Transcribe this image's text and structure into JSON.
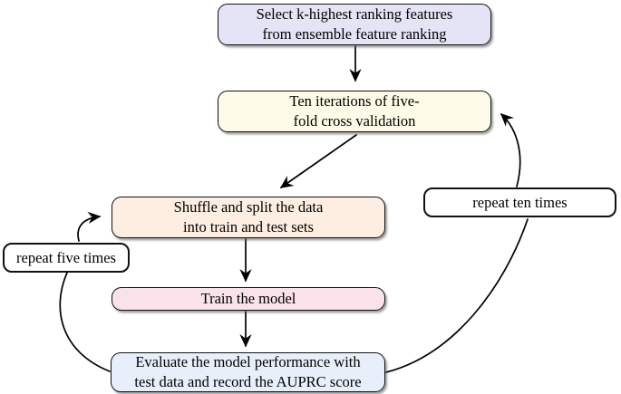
{
  "diagram": {
    "background": "#ffffff",
    "stroke_color": "#000000",
    "nodes": [
      {
        "id": "select-features",
        "lines": [
          "Select k-highest ranking features",
          "from ensemble feature ranking"
        ],
        "fill": "#e4e4f6"
      },
      {
        "id": "cross-validation",
        "lines": [
          "Ten iterations of five-",
          "fold cross validation"
        ],
        "fill": "#fdfae8"
      },
      {
        "id": "shuffle-split",
        "lines": [
          "Shuffle and split the data",
          "into train and test sets"
        ],
        "fill": "#fdeee1"
      },
      {
        "id": "train-model",
        "lines": [
          "Train the model"
        ],
        "fill": "#f9e2ea"
      },
      {
        "id": "evaluate-model",
        "lines": [
          "Evaluate the model performance with",
          "test data and record the AUPRC score"
        ],
        "fill": "#e7f0fa"
      },
      {
        "id": "repeat-five-times",
        "lines": [
          "repeat five times"
        ],
        "fill": "#ffffff"
      },
      {
        "id": "repeat-ten-times",
        "lines": [
          "repeat ten times"
        ],
        "fill": "#ffffff"
      }
    ],
    "edges": [
      {
        "from": "select-features",
        "to": "cross-validation"
      },
      {
        "from": "cross-validation",
        "to": "shuffle-split"
      },
      {
        "from": "shuffle-split",
        "to": "train-model"
      },
      {
        "from": "train-model",
        "to": "evaluate-model"
      },
      {
        "from": "evaluate-model",
        "to": "repeat-five-times"
      },
      {
        "from": "repeat-five-times",
        "to": "shuffle-split"
      },
      {
        "from": "evaluate-model",
        "to": "repeat-ten-times"
      },
      {
        "from": "repeat-ten-times",
        "to": "cross-validation"
      }
    ]
  }
}
